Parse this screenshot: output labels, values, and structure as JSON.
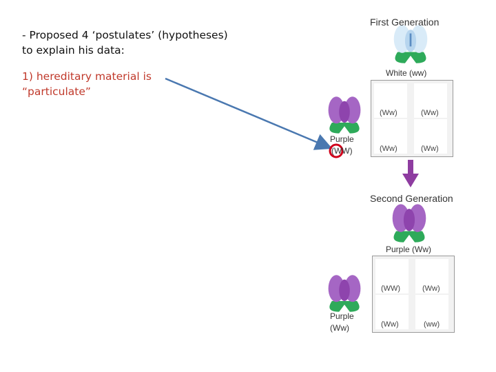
{
  "text": {
    "bullet": "- Proposed 4 ‘postulates’ (hypotheses) to explain his data:",
    "point1": "1) hereditary material is “particulate”"
  },
  "first_gen": {
    "title": "First Generation",
    "white_label": "White (ww)",
    "purple_label_line1": "Purple",
    "purple_label_line2": "(WW)",
    "cells": [
      "(Ww)",
      "(Ww)",
      "(Ww)",
      "(Ww)"
    ]
  },
  "second_gen": {
    "title": "Second Generation",
    "parent_label": "Purple (Ww)",
    "side_label_line1": "Purple",
    "side_label_line2": "(Ww)",
    "cells": [
      "(WW)",
      "(Ww)",
      "(Ww)",
      "(ww)"
    ]
  },
  "colors": {
    "accent_text": "#c0392b",
    "arrow": "#4a78b0",
    "purple_flower": "#9b59b6",
    "white_flower": "#cfe3f5",
    "leaf": "#2eaa5a",
    "down_arrow": "#8e3ca0",
    "circle": "#d0021b"
  }
}
